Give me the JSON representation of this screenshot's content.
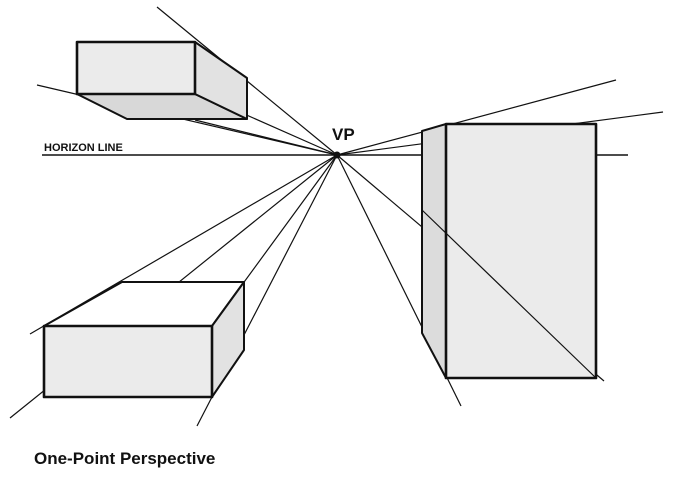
{
  "diagram": {
    "horizon_label": "HORIZON LINE",
    "vp_label": "VP",
    "caption": "One-Point Perspective"
  },
  "colors": {
    "ink": "#111111",
    "face_fill": "#ebebeb",
    "shade_fill": "#d8d8d8"
  }
}
